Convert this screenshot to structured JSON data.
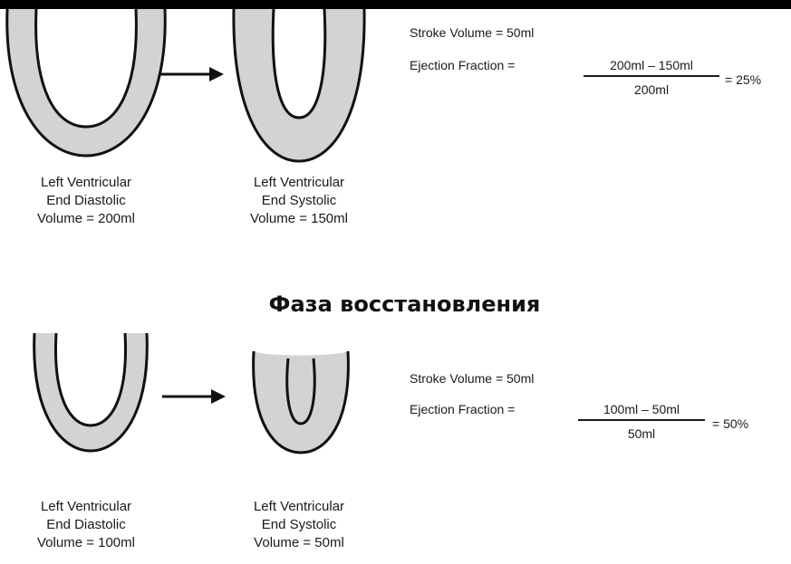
{
  "colors": {
    "wall_fill": "#d3d3d3",
    "outline": "#111111",
    "top_bar": "#000000"
  },
  "section_heading": "Фаза восстановления",
  "panels": [
    {
      "diastolic": {
        "caption": [
          "Left Ventricular",
          "End Diastolic",
          "Volume = 200ml"
        ]
      },
      "systolic": {
        "caption": [
          "Left Ventricular",
          "End Systolic",
          "Volume  =  150ml"
        ]
      },
      "formula": {
        "stroke_volume": "Stroke Volume = 50ml",
        "ef_label": "Ejection Fraction =",
        "numerator": "200ml – 150ml",
        "denominator": "200ml",
        "result": "= 25%"
      }
    },
    {
      "diastolic": {
        "caption": [
          "Left Ventricular",
          "End Diastolic",
          "Volume = 100ml"
        ]
      },
      "systolic": {
        "caption": [
          "Left Ventricular",
          "End Systolic",
          "Volume  =  50ml"
        ]
      },
      "formula": {
        "stroke_volume": "Stroke Volume = 50ml",
        "ef_label": "Ejection Fraction =",
        "numerator": "100ml – 50ml",
        "denominator": "50ml",
        "result": "= 50%"
      }
    }
  ]
}
